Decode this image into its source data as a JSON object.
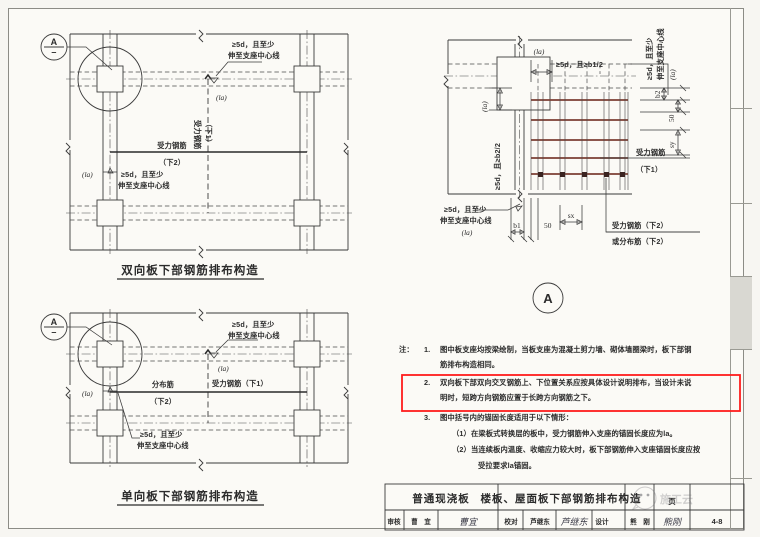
{
  "sheet": {
    "detail_marker": "A",
    "section_marker": "A"
  },
  "diagram_top_left": {
    "caption": "双向板下部钢筋排布构造",
    "labels": {
      "anchor_note_1": "≥5d，且至少",
      "anchor_note_2": "伸至支座中心线",
      "la_1": "(la)",
      "la_2": "(la)",
      "vertical_rebar": "受力钢筋",
      "vertical_rebar_sub": "（下1）",
      "main_rebar": "受力钢筋",
      "main_rebar_sub": "（下2）",
      "anchor_note_3": "≥5d，且至少",
      "anchor_note_4": "伸至支座中心线"
    }
  },
  "diagram_bottom_left": {
    "caption": "单向板下部钢筋排布构造",
    "labels": {
      "anchor_note_1": "≥5d，且至少",
      "anchor_note_2": "伸至支座中心线",
      "la_1": "(la)",
      "la_2": "(la)",
      "main_rebar": "受力钢筋（下1）",
      "dist_rebar": "分布筋",
      "dist_rebar_sub": "（下2）",
      "anchor_note_3": "≥5d，且至少",
      "anchor_note_4": "伸至支座中心线"
    }
  },
  "diagram_right": {
    "labels": {
      "la_top": "(la)",
      "la_left": "(la)",
      "la_right": "(la)",
      "la_bottom": "(la)",
      "gte_b1": "≥5d，且≥b1/2",
      "gte_b2": "≥5d，且≥b2/2",
      "anchor_right_1": "≥5d，且至少",
      "anchor_right_2": "伸至支座中心线",
      "anchor_bottom_1": "≥5d，且至少",
      "anchor_bottom_2": "伸至支座中心线",
      "dim_b1": "b1",
      "dim_b2": "b2",
      "dim_50_bottom": "50",
      "dim_50_right": "50",
      "dim_sx": "sx",
      "dim_sy": "sy",
      "rebar_x": "受力钢筋",
      "rebar_x_sub": "（下1）",
      "rebar_y": "受力钢筋（下2）",
      "rebar_y_alt": "或分布筋（下2）"
    }
  },
  "notes": {
    "prefix": "注：",
    "items": [
      {
        "num": "1.",
        "lines": [
          "图中板支座均按梁绘制，当板支座为混凝土剪力墙、砌体墙圈梁时，板下部钢",
          "筋排布构造相同。"
        ],
        "highlighted": false
      },
      {
        "num": "2.",
        "lines": [
          "双向板下部双向交叉钢筋上、下位置关系应按具体设计说明排布，当设计未说",
          "明时，短跨方向钢筋应置于长跨方向钢筋之下。"
        ],
        "highlighted": true
      },
      {
        "num": "3.",
        "lines": [
          "图中括号内的锚固长度适用于以下情形："
        ],
        "highlighted": false,
        "sub": [
          "（1）在梁板式转换层的板中，受力钢筋伸入支座的锚固长度应为la。",
          "（2）当连续板内温度、收缩应力较大时，板下部钢筋伸入支座锚固长度应按",
          "受拉要求la锚固。"
        ]
      }
    ]
  },
  "title_block": {
    "category": "普通现浇板",
    "drawing_title": "楼板、屋面板下部钢筋排布构造",
    "page_label": "页",
    "page_number": "4-8",
    "fields": [
      {
        "label": "审核",
        "value": "曹　宜",
        "sign": "曹宜"
      },
      {
        "label": "校对",
        "value": "芦继东",
        "sign": "芦继东"
      },
      {
        "label": "设计",
        "value": "熊　刚",
        "sign": "熊刚"
      }
    ]
  },
  "watermark": {
    "text": "施工云",
    "icon": "wechat-icon"
  },
  "colors": {
    "rebar": "#7c3f33",
    "highlight": "#ff1d1d",
    "line": "#3a3a3a",
    "paper": "#fbfaf6"
  }
}
